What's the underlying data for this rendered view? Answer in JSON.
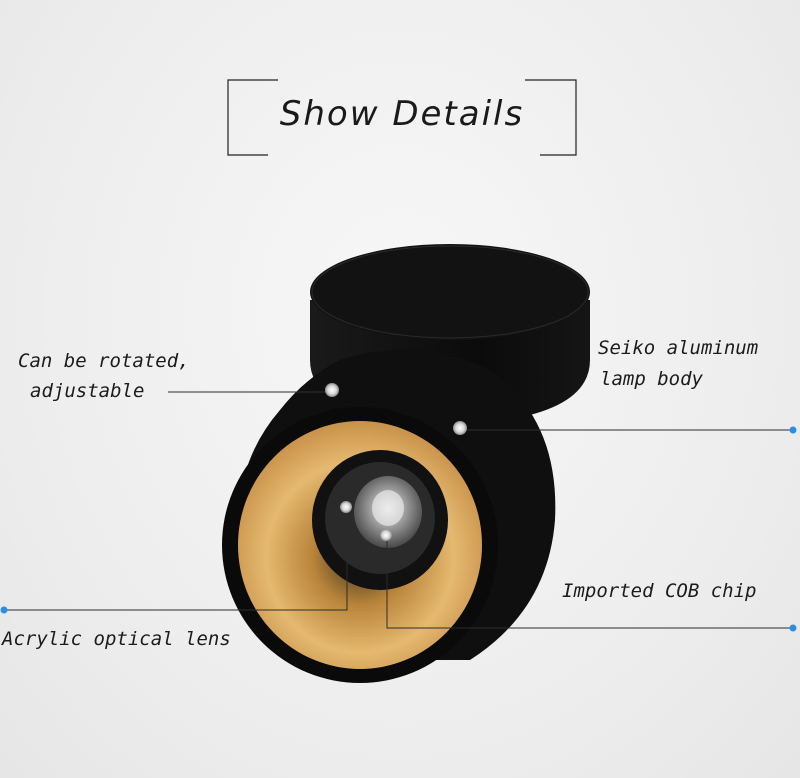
{
  "title": "Show Details",
  "callouts": {
    "rotated_line1": "Can be rotated,",
    "rotated_line2": "adjustable",
    "body_line1": "Seiko aluminum",
    "body_line2": "lamp body",
    "cob": "Imported COB chip",
    "lens": "Acrylic optical lens"
  },
  "colors": {
    "lamp_body": "#0e0e0e",
    "reflector": "#d9a95a",
    "leader_line": "#2c2c2c",
    "marker_dot": "#2a8fe0"
  }
}
